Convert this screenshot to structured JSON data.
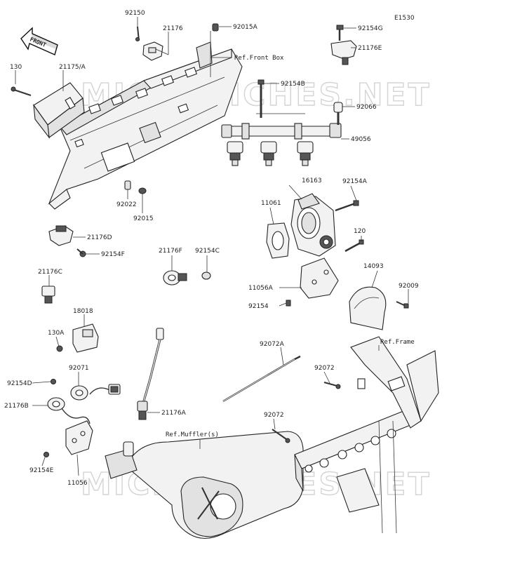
{
  "diagram": {
    "code": "E1530",
    "watermark": "MICROFICHES.NET",
    "front_arrow": "FRONT",
    "refs": {
      "front_box": "Ref.Front Box",
      "frame": "Ref.Frame",
      "mufflers": "Ref.Muffler(s)"
    },
    "labels": {
      "p92150": "92150",
      "p21176": "21176",
      "p92015A": "92015A",
      "p92154G": "92154G",
      "p21176E": "21176E",
      "p130a": "130",
      "p21175A": "21175/A",
      "p92154B": "92154B",
      "p92066": "92066",
      "p49056": "49056",
      "p92022": "92022",
      "p92015": "92015",
      "p16163": "16163",
      "p92154A": "92154A",
      "p11061": "11061",
      "p21176D": "21176D",
      "p92154F": "92154F",
      "p120": "120",
      "p21176F": "21176F",
      "p92154C": "92154C",
      "p14093": "14093",
      "p21176C": "21176C",
      "p11056A": "11056A",
      "p92009": "92009",
      "p92154": "92154",
      "p18018": "18018",
      "p130A": "130A",
      "p92072A": "92072A",
      "p92071": "92071",
      "p92072a": "92072",
      "p92154D": "92154D",
      "p21176B": "21176B",
      "p21176A": "21176A",
      "p92072b": "92072",
      "p92154E": "92154E",
      "p11056": "11056"
    }
  }
}
